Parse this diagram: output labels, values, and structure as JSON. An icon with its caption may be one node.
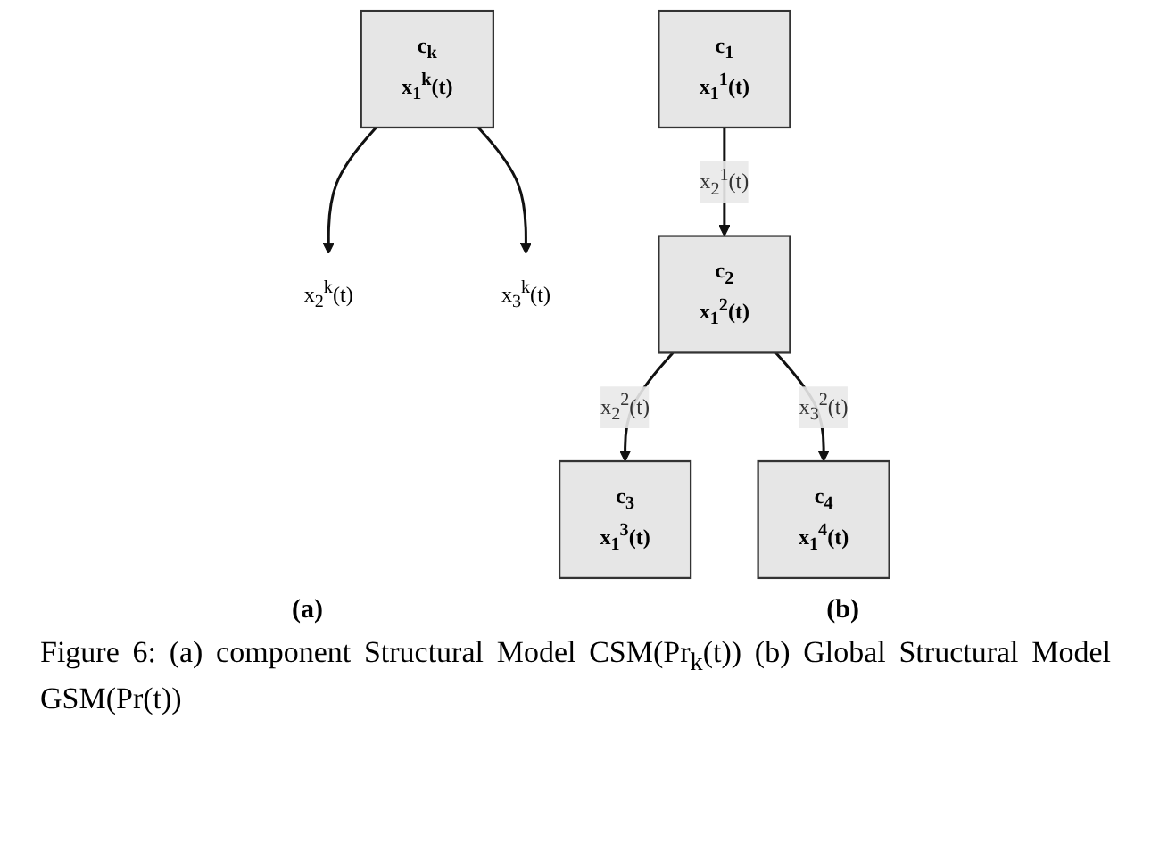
{
  "diagram": {
    "caption": "Figure 6: (a) component Structural Model CSM(Pr$_{k}$(t)) (b) Global Structural Model GSM(Pr(t))",
    "nodes": [
      {
        "text": [
          "c$_{k}$",
          "x$_{1}$$^{k}$(t)"
        ]
      },
      {
        "text": [
          "x$_{2}$$^{k}$(t)"
        ]
      },
      {
        "text": [
          "x$_{3}$$^{k}$(t)"
        ]
      },
      {
        "text": [
          "c$_{1}$",
          "x$_{1}$$^{1}$(t)"
        ]
      },
      {
        "text": [
          "c$_{2}$",
          "x$_{1}$$^{2}$(t)"
        ]
      },
      {
        "text": [
          "c$_{4}$",
          "x$_{1}$$^{4}$(t)"
        ]
      },
      {
        "text": [
          "c$_{3}$",
          "x$_{1}$$^{3}$(t)"
        ]
      }
    ],
    "edges": [
      {
        "from": 0,
        "to": 1,
        "arrow": "to"
      },
      {
        "from": 0,
        "to": 2,
        "arrow": "to"
      },
      {
        "from": 3,
        "to": 4,
        "arrow": "to",
        "label": "x$_{2}$$^{1}$(t)"
      },
      {
        "from": 4,
        "to": 6,
        "arrow": "to",
        "label": "x$_{2}$$^{2}$(t)"
      },
      {
        "from": 4,
        "to": 5,
        "arrow": "to",
        "label": "x$_{3}$$^{2}$(t)"
      }
    ],
    "labels": [
      "(a)",
      "(b)"
    ]
  }
}
